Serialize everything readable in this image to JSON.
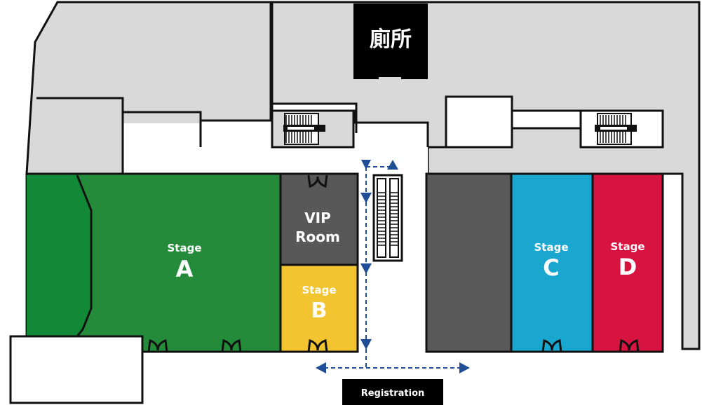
{
  "labels": {
    "toilet": "廁所",
    "vip_line1": "VIP",
    "vip_line2": "Room",
    "registration": "Registration",
    "stage_word": "Stage"
  },
  "stages": {
    "a": {
      "word": "Stage",
      "letter": "A"
    },
    "b": {
      "word": "Stage",
      "letter": "B"
    },
    "c": {
      "word": "Stage",
      "letter": "C"
    },
    "d": {
      "word": "Stage",
      "letter": "D"
    }
  },
  "colors": {
    "building": "#d9d9d9",
    "outline": "#111111",
    "stage_a": "#238b3a",
    "stage_a_side": "#128936",
    "vip_room": "#585858",
    "stage_b": "#f2c530",
    "gray_hall": "#595959",
    "stage_c": "#1aa7cf",
    "stage_d": "#d71440",
    "arrow": "#1f4e96",
    "black_block": "#000000"
  },
  "icons": {
    "door": "door-icon",
    "stairs": "stairs-icon",
    "escalator": "escalator-icon",
    "arrow": "direction-arrow-icon"
  }
}
